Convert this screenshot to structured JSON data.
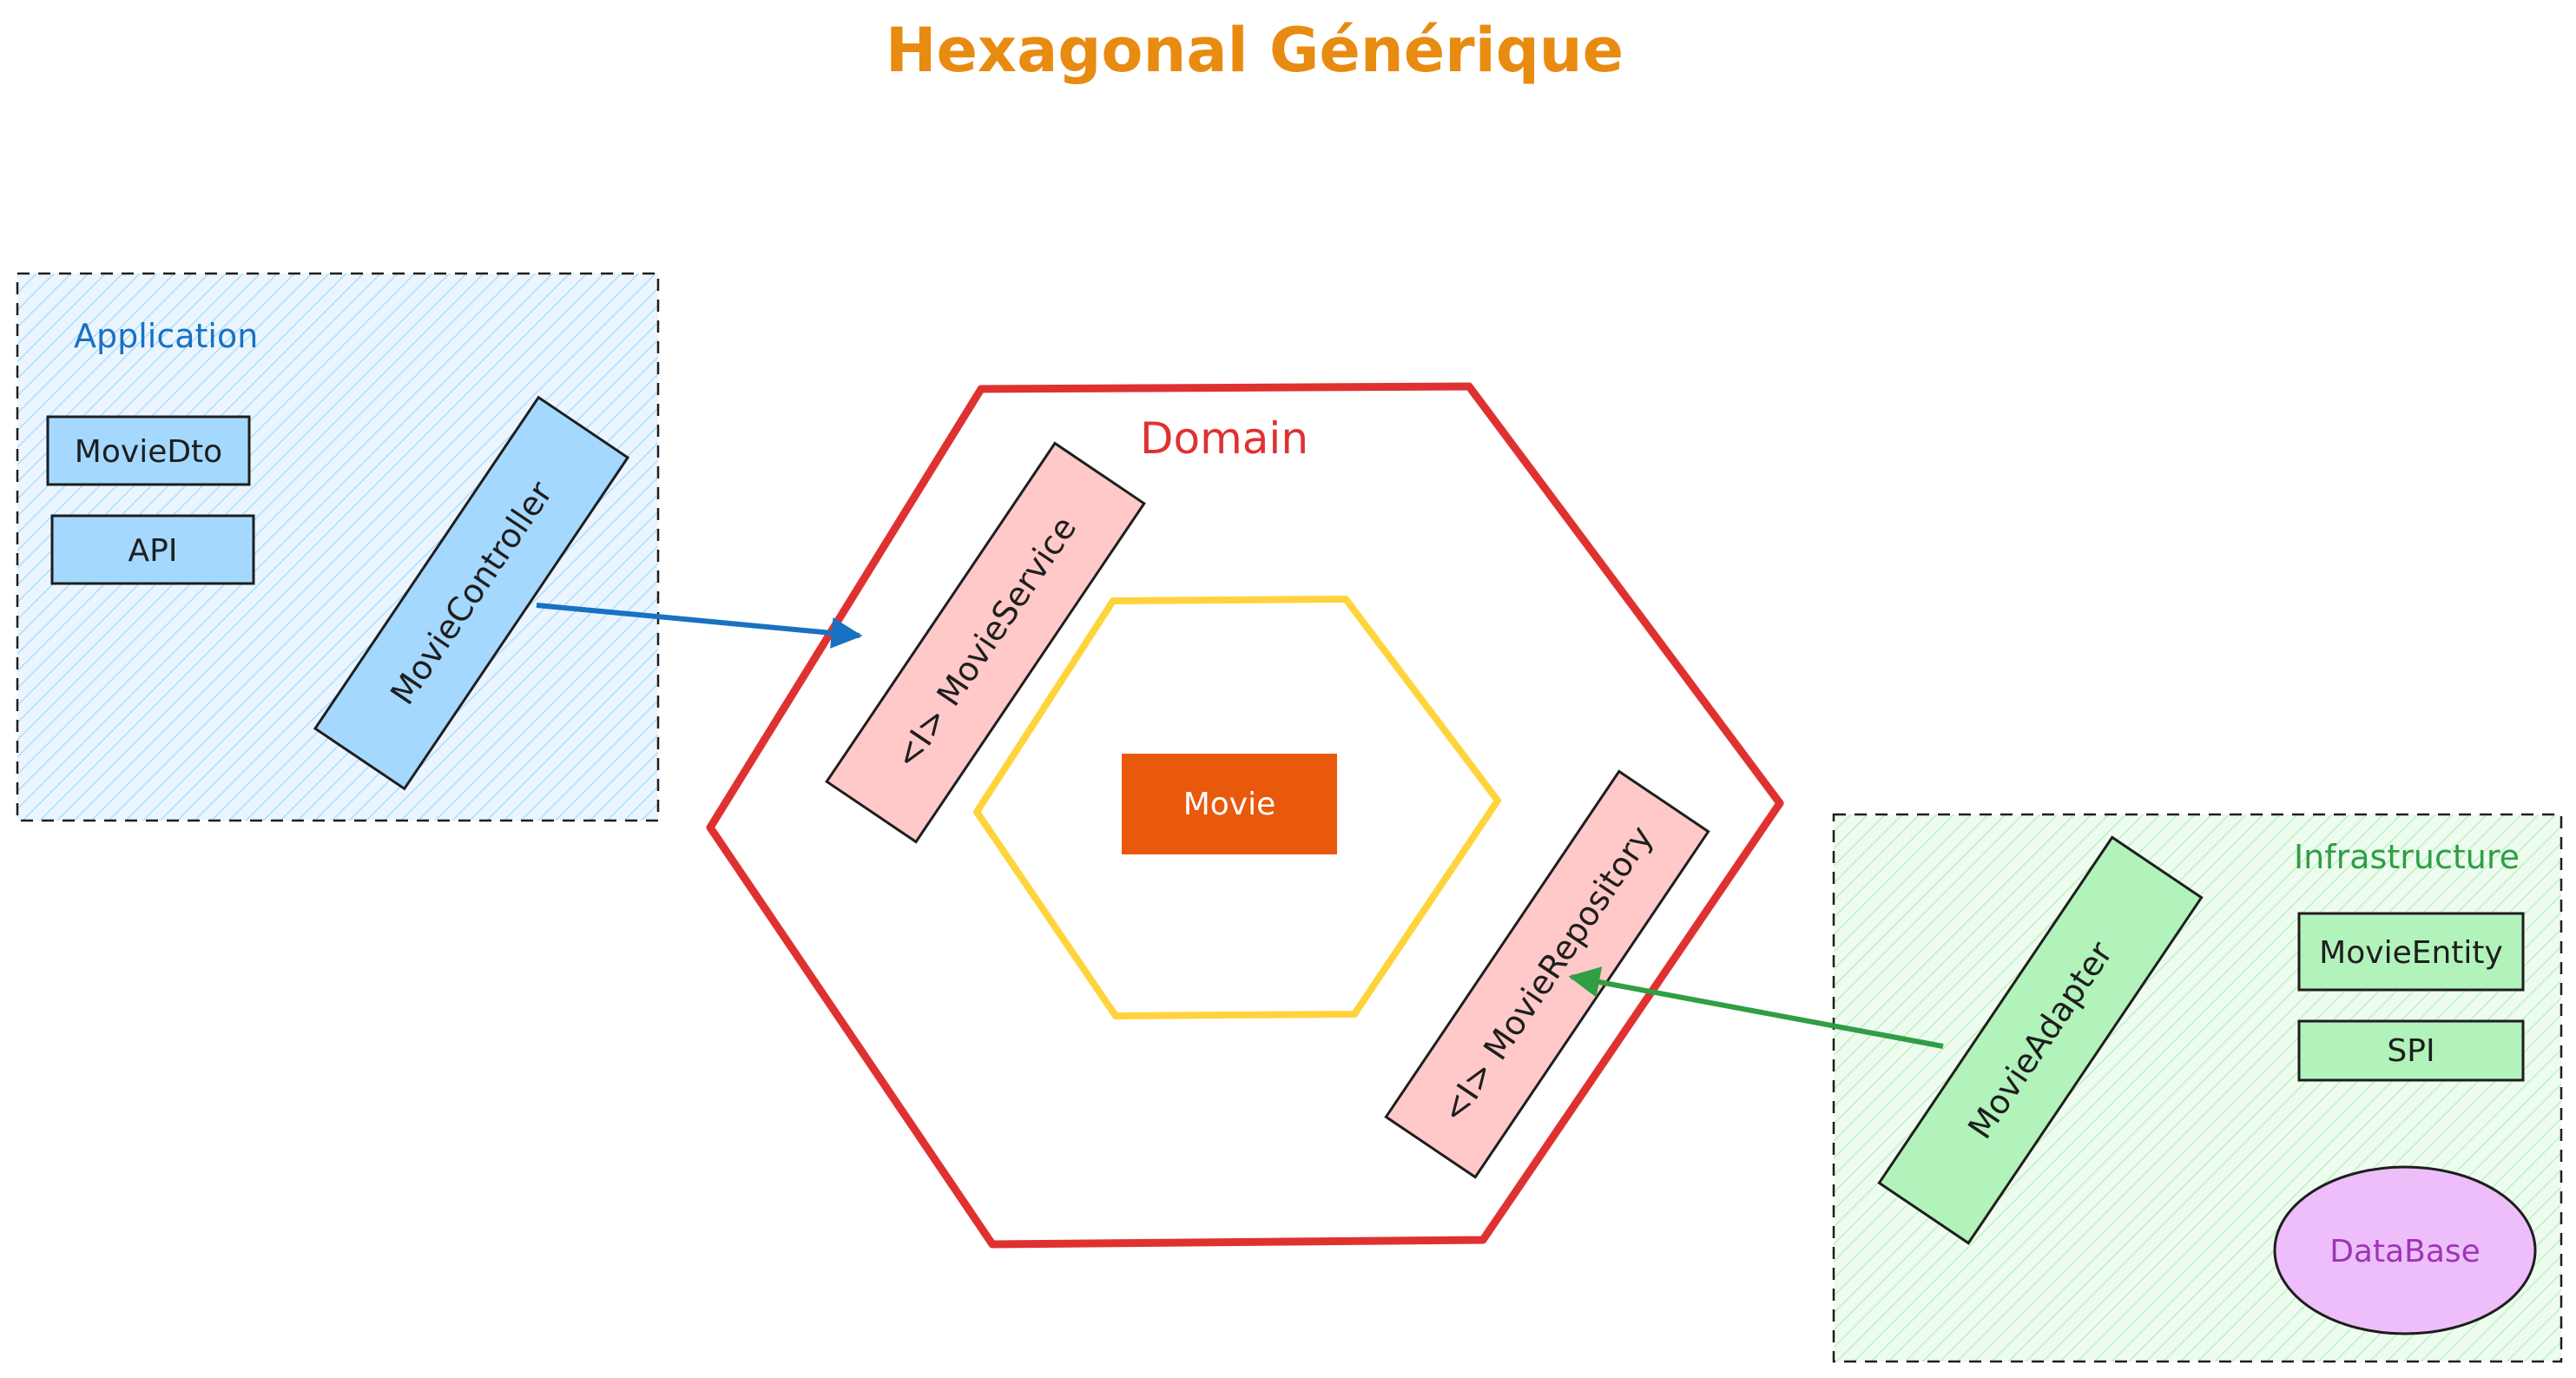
{
  "title": "Hexagonal Générique",
  "application": {
    "label": "Application",
    "dto": "MovieDto",
    "api": "API",
    "controller": "MovieController"
  },
  "domain": {
    "label": "Domain",
    "service": "<I> MovieService",
    "repository": "<I> MovieRepository",
    "core": "Movie"
  },
  "infrastructure": {
    "label": "Infrastructure",
    "entity": "MovieEntity",
    "spi": "SPI",
    "adapter": "MovieAdapter",
    "database": "DataBase"
  },
  "colors": {
    "title": "#e88b11",
    "application": "#1971c2",
    "application_fill": "#a5d8ff",
    "domain": "#e03131",
    "domain_port_fill": "#ffc9c9",
    "core_hex": "#ffd43b",
    "core_fill": "#e8590c",
    "infrastructure": "#2f9e44",
    "infrastructure_fill": "#b2f2bb",
    "database_fill": "#eebefa",
    "database_text": "#9c36b5"
  }
}
